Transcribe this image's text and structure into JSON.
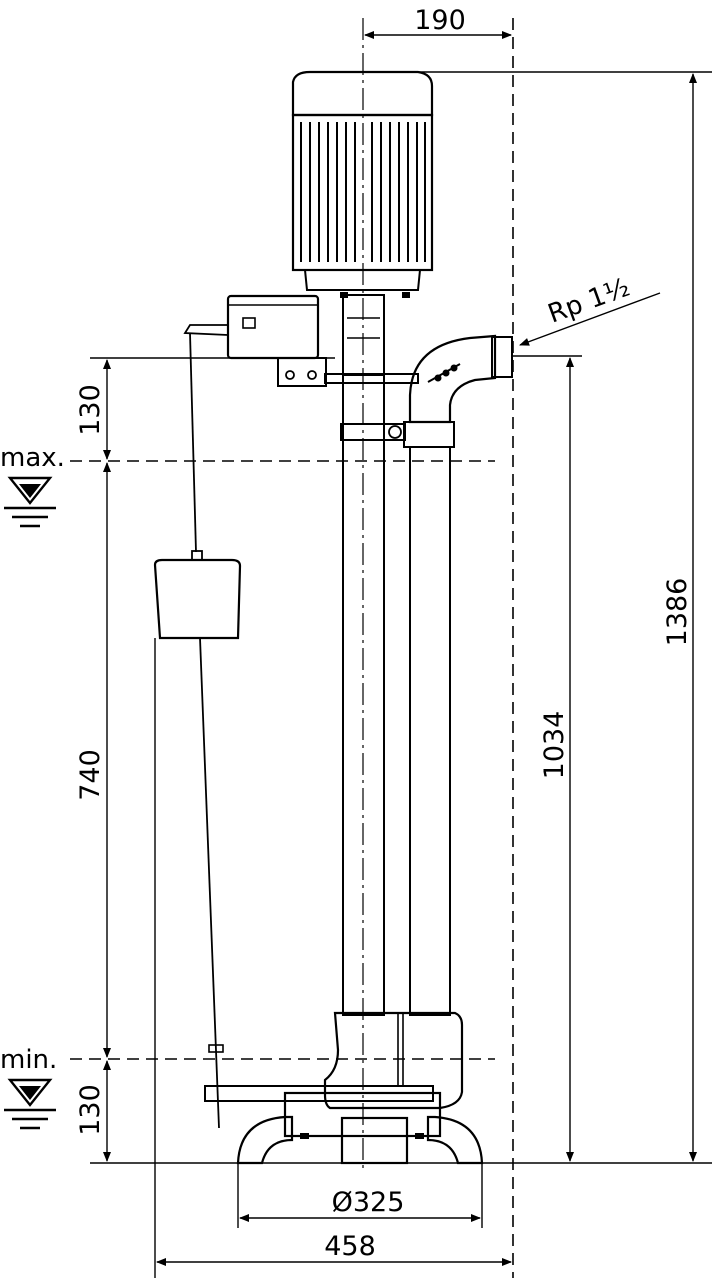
{
  "dimensions": {
    "top_offset": "190",
    "total_height": "1386",
    "outlet_height": "1034",
    "max_offset": "130",
    "switch_range": "740",
    "min_offset": "130",
    "base_diameter": "Ø325",
    "overall_width": "458"
  },
  "labels": {
    "outlet_thread": "Rp 1½",
    "max_level": "max.",
    "min_level": "min."
  },
  "colors": {
    "line": "#000000",
    "background": "#ffffff"
  },
  "icons": {
    "water_level_symbol": "water-level-triangle-icon"
  }
}
